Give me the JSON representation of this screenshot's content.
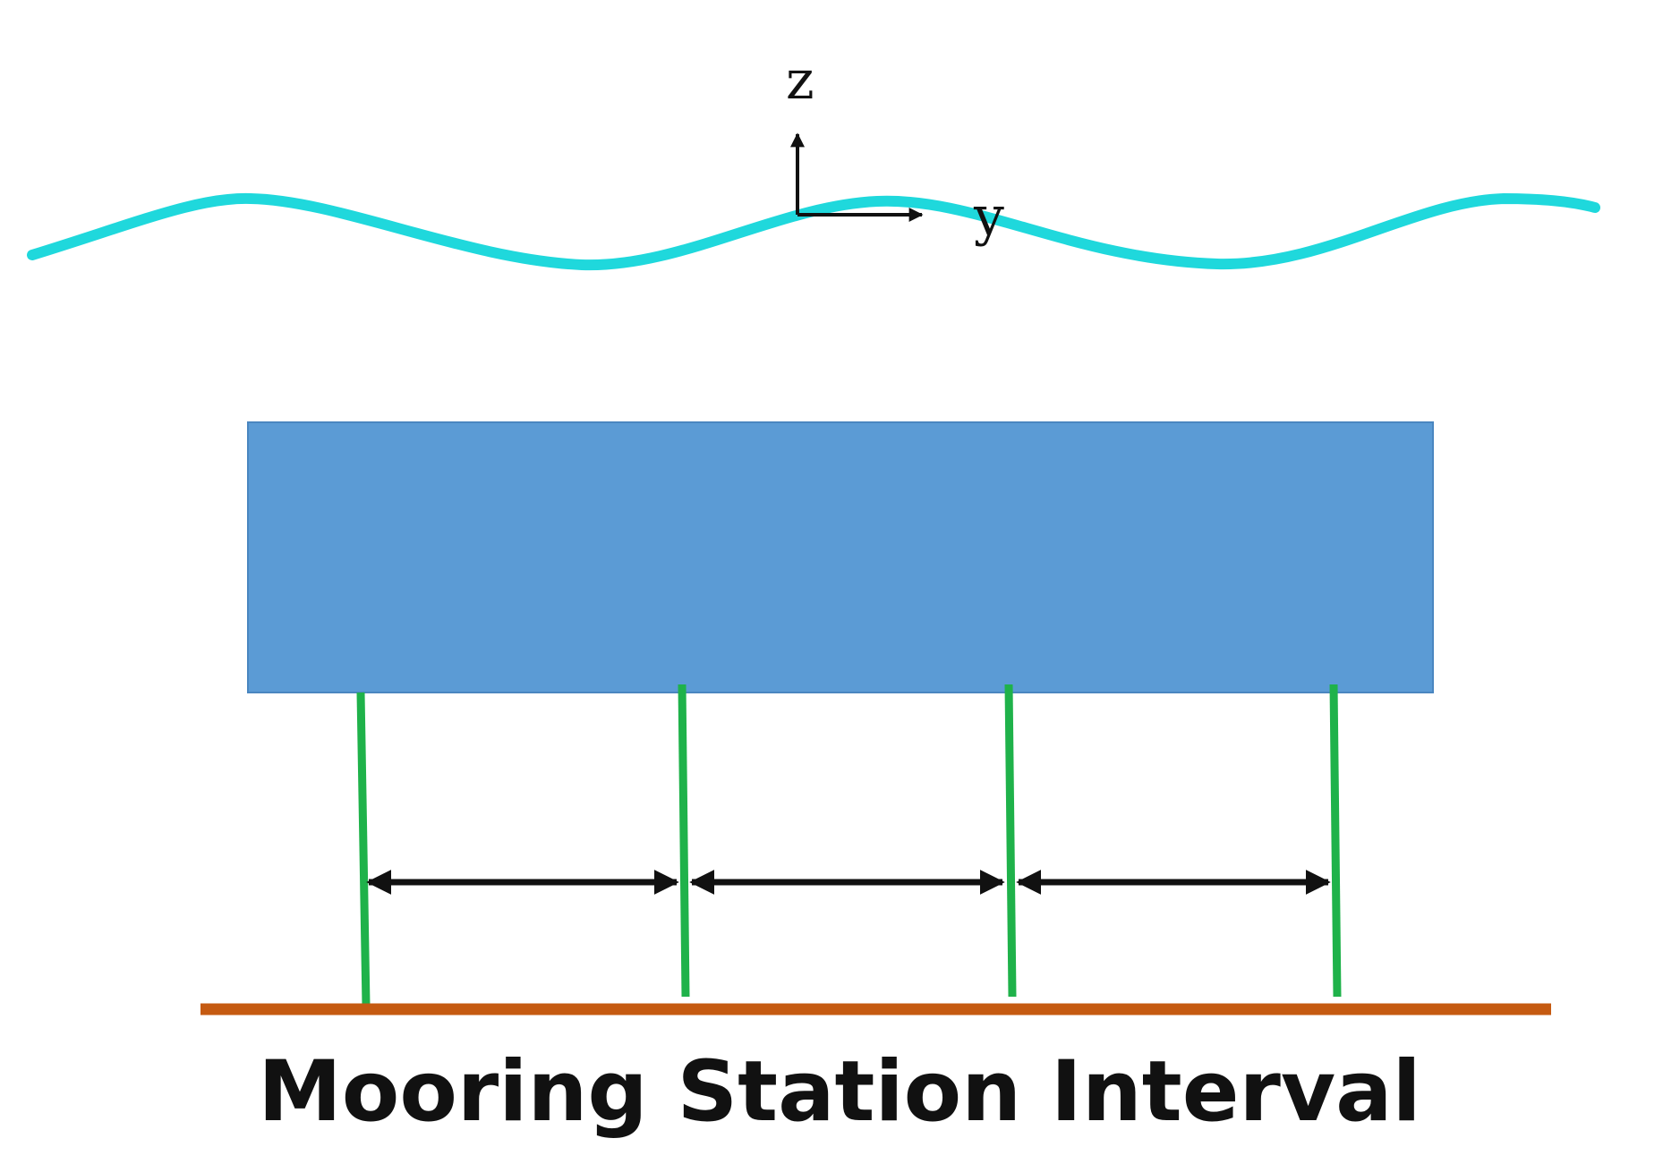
{
  "axes": {
    "z_label": "z",
    "y_label": "y"
  },
  "caption": "Mooring Station Interval",
  "colors": {
    "water_surface": "#1fd8dc",
    "floating_body": "#5b9bd5",
    "floating_body_edge": "#4a86c0",
    "mooring_line": "#1fb24a",
    "seabed": "#c55a11",
    "arrow": "#111111"
  },
  "mooring_lines": {
    "count": 4
  },
  "interval_arrows": {
    "count": 3
  }
}
